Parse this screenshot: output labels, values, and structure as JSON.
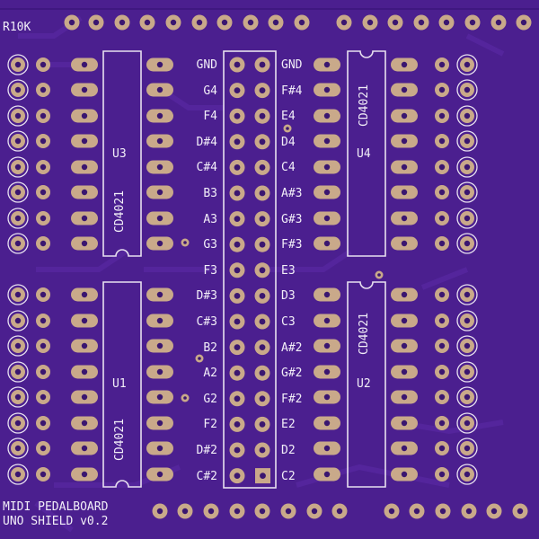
{
  "board": {
    "title_line1": "MIDI PEDALBOARD",
    "title_line2": "UNO SHIELD v0.2",
    "resistor_label": "R10K",
    "colors": {
      "board": "#4b1f8f",
      "silkscreen": "#e8e0f0",
      "pad": "#c9a98a",
      "trace": "#5a2aa5"
    }
  },
  "chips": [
    {
      "ref": "U3",
      "part": "CD4021"
    },
    {
      "ref": "U1",
      "part": "CD4021"
    },
    {
      "ref": "U4",
      "part": "CD4021"
    },
    {
      "ref": "U2",
      "part": "CD4021"
    }
  ],
  "header_left": [
    "GND",
    "G4",
    "F4",
    "D#4",
    "C#4",
    "B3",
    "A3",
    "G3",
    "F3",
    "D#3",
    "C#3",
    "B2",
    "A2",
    "G2",
    "F2",
    "D#2",
    "C#2"
  ],
  "header_right": [
    "GND",
    "F#4",
    "E4",
    "D4",
    "C4",
    "A#3",
    "G#3",
    "F#3",
    "E3",
    "D3",
    "C3",
    "A#2",
    "G#2",
    "F#2",
    "E2",
    "D2",
    "C2"
  ]
}
